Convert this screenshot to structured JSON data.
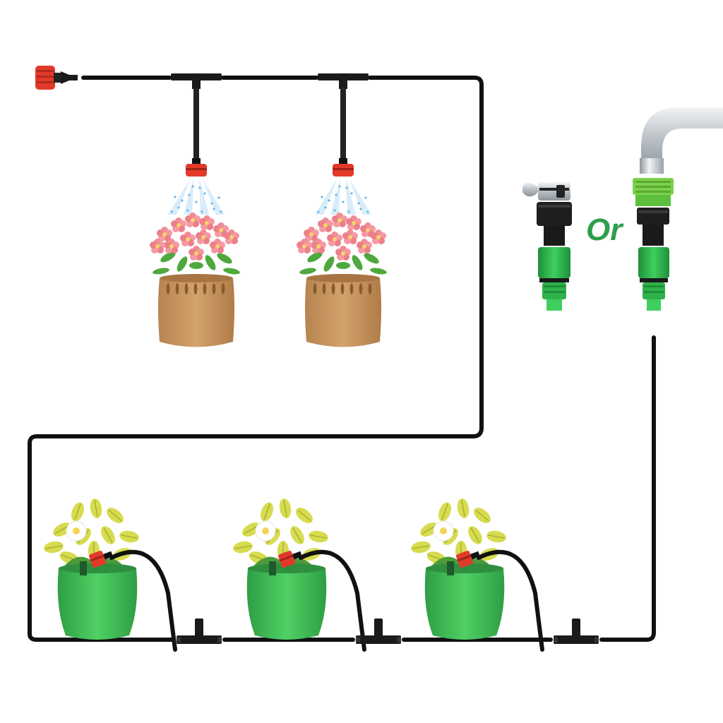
{
  "diagram": {
    "connector_word": "Or",
    "colors": {
      "tubing": "#111111",
      "emitter_red": "#e23a2a",
      "quick_connector_green": "#2fb24a",
      "thread_green": "#7bd14a",
      "pot_green": "#3fbf55",
      "pot_brown": "#c2925a",
      "petal_pink": "#f08c95",
      "leaf_yellow": "#d4d94a",
      "water_spray": "#8ec9f0",
      "word_green": "#2e9e4a",
      "chrome": "#c7ccd1"
    },
    "icons": {
      "end_plug": "end-stopper-icon",
      "tee": "tee-connector-icon",
      "emitter": "adjustable-dripper-icon",
      "faucet": "faucet-icon",
      "hose_clamp": "faucet-clamp-adapter-icon",
      "threaded_adapter": "threaded-faucet-adapter-icon"
    },
    "hanging_planters": 2,
    "ground_planters": 3
  }
}
